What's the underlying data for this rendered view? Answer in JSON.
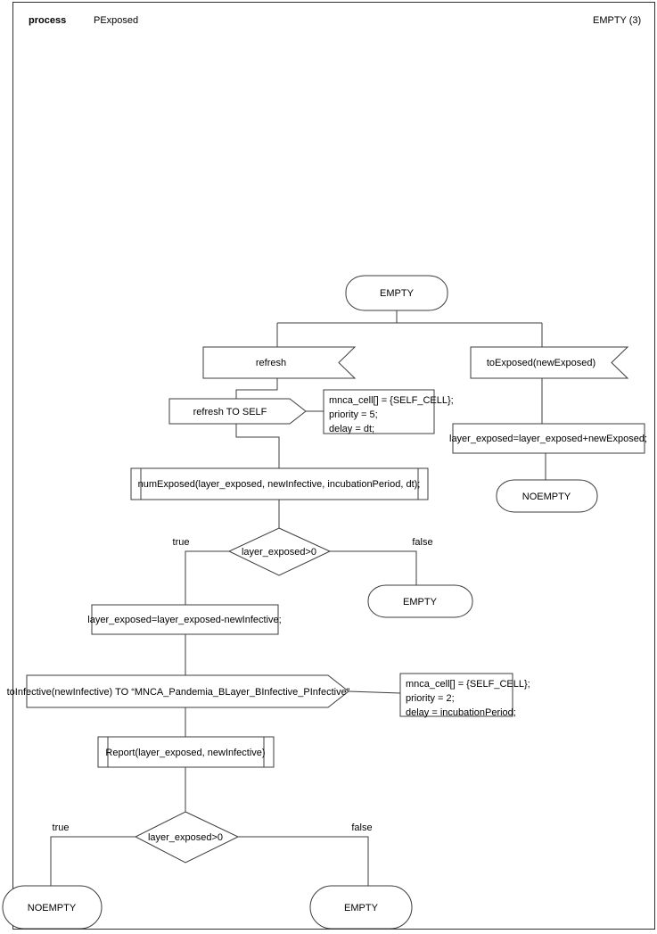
{
  "header": {
    "kind_label": "process",
    "process_name": "PExposed",
    "status": "EMPTY (3)"
  },
  "colors": {
    "stroke": "#3c3c3c",
    "text": "#000000",
    "background": "#ffffff"
  },
  "nodes": {
    "start_state": "EMPTY",
    "refresh_flag": "refresh",
    "to_exposed_flag": "toExposed(newExposed)",
    "refresh_to_self": "refresh TO SELF",
    "mnca1": {
      "lines": [
        "mnca_cell[] = {SELF_CELL};",
        "priority = 5;",
        "delay = dt;"
      ]
    },
    "add_exposed": "layer_exposed=layer_exposed+newExposed;",
    "noempty_right": "NOEMPTY",
    "num_exposed": "numExposed(layer_exposed, newInfective, incubationPeriod, dt);",
    "decision1": "layer_exposed>0",
    "decision1_true": "true",
    "decision1_false": "false",
    "empty_mid": "EMPTY",
    "sub_infective": "layer_exposed=layer_exposed-newInfective;",
    "to_infective": "toInfective(newInfective) TO “MNCA_Pandemia_BLayer_BInfective_PInfective”",
    "mnca2": {
      "lines": [
        "mnca_cell[] = {SELF_CELL};",
        "priority = 2;",
        "delay = incubationPeriod;"
      ]
    },
    "report": "Report(layer_exposed, newInfective)",
    "decision2": "layer_exposed>0",
    "decision2_true": "true",
    "decision2_false": "false",
    "noempty_bottom": "NOEMPTY",
    "empty_bottom": "EMPTY"
  }
}
